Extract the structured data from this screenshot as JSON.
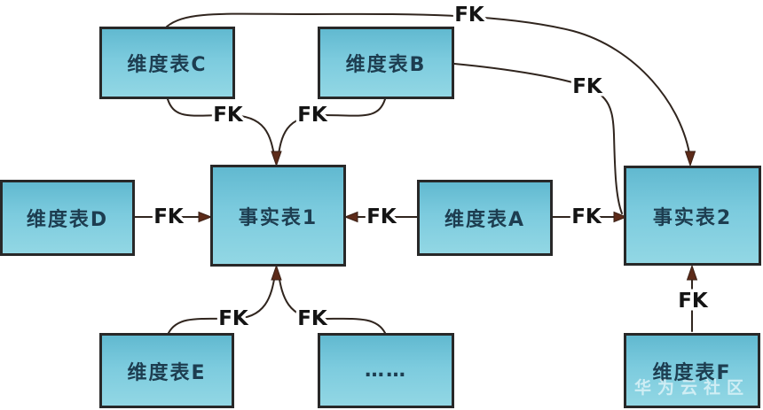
{
  "nodes": {
    "dim_c": {
      "label": "维度表C"
    },
    "dim_b": {
      "label": "维度表B"
    },
    "dim_d": {
      "label": "维度表D"
    },
    "fact_1": {
      "label": "事实表1"
    },
    "dim_a": {
      "label": "维度表A"
    },
    "fact_2": {
      "label": "事实表2"
    },
    "dim_e": {
      "label": "维度表E"
    },
    "dim_more": {
      "label": "……"
    },
    "dim_f": {
      "label": "维度表F"
    }
  },
  "edges": {
    "c_to_fact2": {
      "label": "FK"
    },
    "c_to_fact1": {
      "label": "FK"
    },
    "b_to_fact1": {
      "label": "FK"
    },
    "b_to_fact2": {
      "label": "FK"
    },
    "d_to_fact1": {
      "label": "FK"
    },
    "a_to_fact1": {
      "label": "FK"
    },
    "a_to_fact2": {
      "label": "FK"
    },
    "e_to_fact1": {
      "label": "FK"
    },
    "more_to_fact1": {
      "label": "FK"
    },
    "f_to_fact2": {
      "label": "FK"
    }
  },
  "watermark": {
    "text": "华为云社区"
  },
  "colors": {
    "background": "#ffffff",
    "node_fill_top": "#61b9d0",
    "node_fill_bottom": "#92d7e4",
    "node_border": "#282828",
    "node_text": "#1d3d50",
    "edge_line": "#30251e",
    "arrowhead": "#5d2b19",
    "fk_text": "#141414",
    "watermark_text": "#f4fcfe"
  }
}
